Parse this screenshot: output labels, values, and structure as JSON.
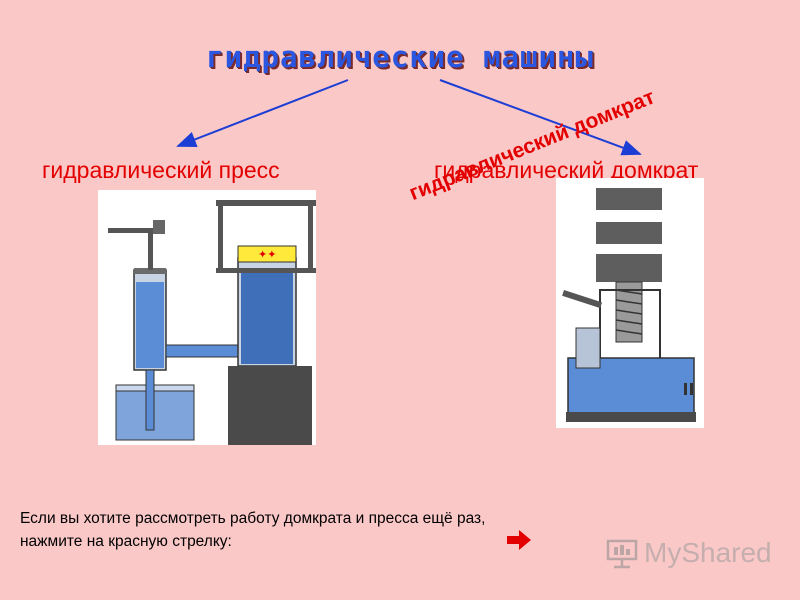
{
  "title": "гидравлические машины",
  "labels": {
    "press": "гидравлический   пресс",
    "jack": "гидравлический   домкрат",
    "jack_arc": "гидравлический  домкрат"
  },
  "footer": {
    "text": "Если вы хотите рассмотреть работу домкрата и пресса  ещё  раз,  нажмите на  красную  стрелку:"
  },
  "colors": {
    "background": "#fbc8c8",
    "title": "#2b57e0",
    "label": "#e30000",
    "liquid": "#5b8dd6",
    "arrow": "#1c3ed4"
  },
  "watermark": {
    "text": "MyShared",
    "logo_icon": "presentation-icon"
  },
  "next_icon": "red-arrow-icon"
}
